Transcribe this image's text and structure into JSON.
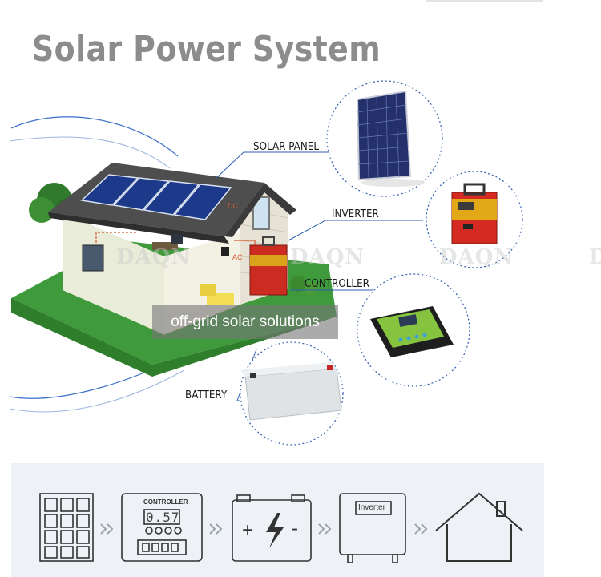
{
  "title": "Solar Power System",
  "callouts": {
    "solar_panel": "SOLAR PANEL",
    "inverter": "INVERTER",
    "controller": "CONTROLLER",
    "battery": "BATTERY"
  },
  "caption": "off-grid solar solutions",
  "watermark": "DAQN",
  "wiring_labels": {
    "dc": "DC",
    "ac": "AC"
  },
  "flow": {
    "steps": [
      "solar-panel",
      "controller",
      "battery",
      "inverter",
      "house"
    ],
    "controller_label": "CONTROLLER",
    "controller_display": "0.57",
    "battery_plus": "+",
    "battery_minus": "-",
    "inverter_label": "Inverter",
    "arrow": "»"
  }
}
